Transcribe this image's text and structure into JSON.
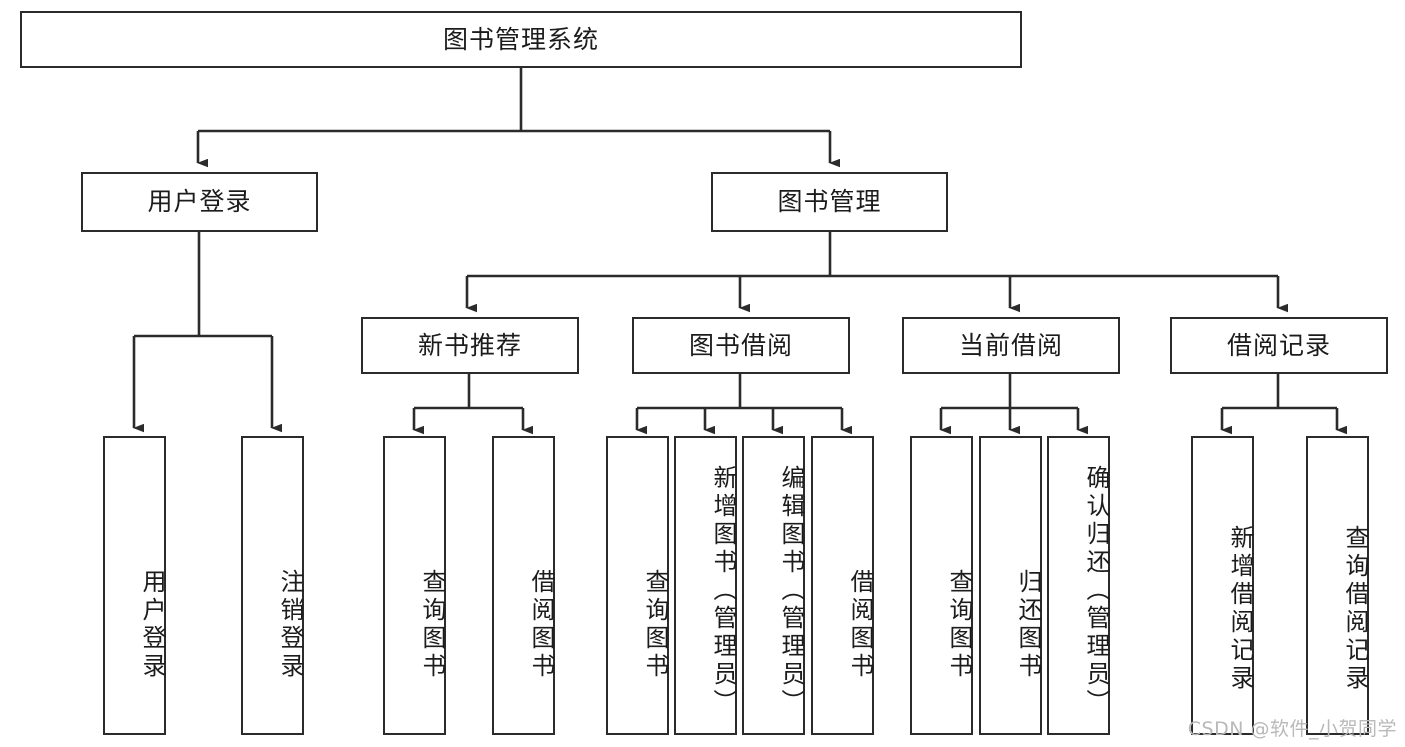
{
  "diagram": {
    "title": "图书管理系统",
    "type": "tree",
    "watermark": "CSDN @软件_小贺同学",
    "colors": {
      "node_border": "#2b2b2b",
      "node_fill": "#ffffff",
      "edge": "#2b2b2b",
      "text": "#1c1c1c",
      "watermark": "#b9b9b9",
      "background": "#ffffff"
    },
    "levels": {
      "root": {
        "label": "图书管理系统"
      },
      "level2": [
        {
          "label": "用户登录"
        },
        {
          "label": "图书管理"
        }
      ],
      "level3": [
        {
          "label": "新书推荐"
        },
        {
          "label": "图书借阅"
        },
        {
          "label": "当前借阅"
        },
        {
          "label": "借阅记录"
        }
      ],
      "leaves": [
        {
          "label": "用户登录",
          "parent": "用户登录"
        },
        {
          "label": "注销登录",
          "parent": "用户登录"
        },
        {
          "label": "查询图书",
          "parent": "新书推荐"
        },
        {
          "label": "借阅图书",
          "parent": "新书推荐"
        },
        {
          "label": "查询图书",
          "parent": "图书借阅"
        },
        {
          "label": "新增图书（管理员）",
          "parent": "图书借阅"
        },
        {
          "label": "编辑图书（管理员）",
          "parent": "图书借阅"
        },
        {
          "label": "借阅图书",
          "parent": "图书借阅"
        },
        {
          "label": "查询图书",
          "parent": "当前借阅"
        },
        {
          "label": "归还图书",
          "parent": "当前借阅"
        },
        {
          "label": "确认归还（管理员）",
          "parent": "当前借阅"
        },
        {
          "label": "新增借阅记录",
          "parent": "借阅记录"
        },
        {
          "label": "查询借阅记录",
          "parent": "借阅记录"
        }
      ]
    }
  }
}
